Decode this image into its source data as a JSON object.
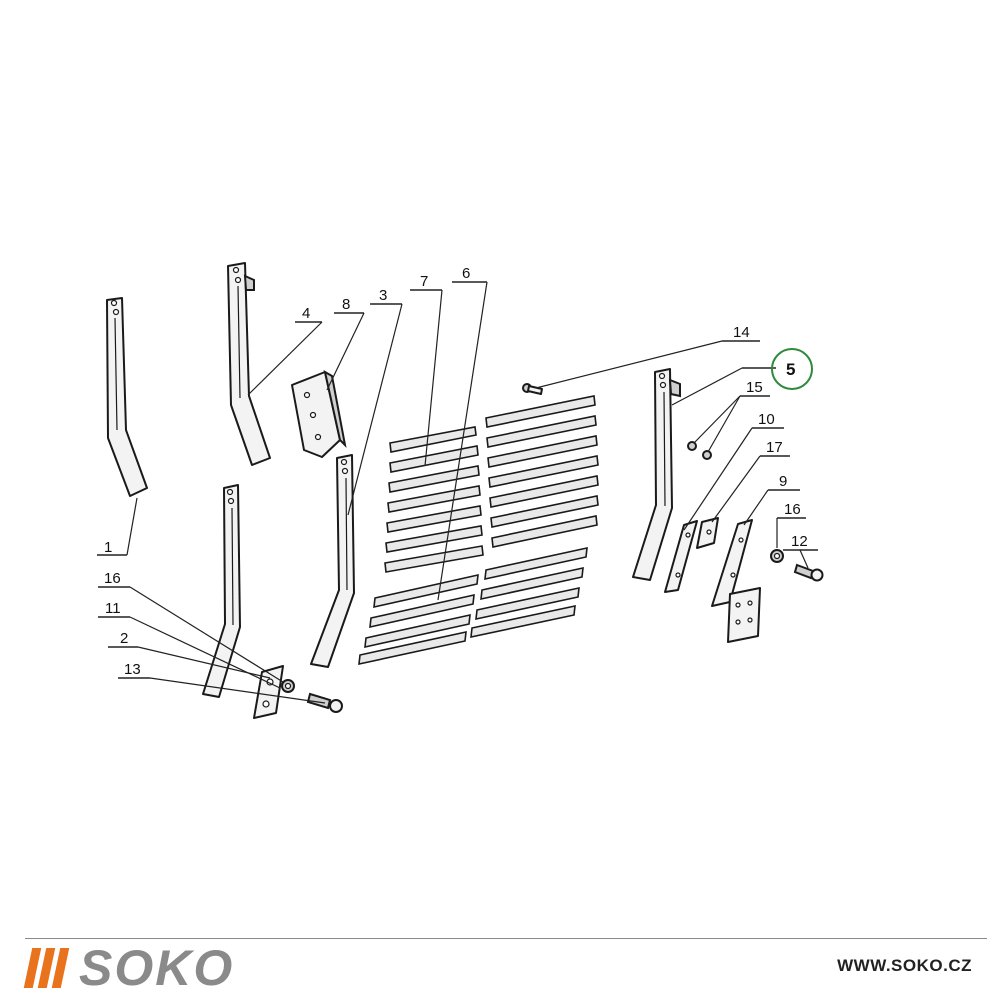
{
  "labels": {
    "p1": "1",
    "p2": "2",
    "p3": "3",
    "p4": "4",
    "p5": "5",
    "p6": "6",
    "p7": "7",
    "p8": "8",
    "p9": "9",
    "p10": "10",
    "p11": "11",
    "p12": "12",
    "p13": "13",
    "p14": "14",
    "p15": "15",
    "p16a": "16",
    "p16b": "16",
    "p17": "17"
  },
  "footer": {
    "brand_name": "SOKO",
    "website": "WWW.SOKO.CZ"
  },
  "colors": {
    "brand_accent": "#e8731c",
    "brand_text": "#8a8a8a",
    "callout_circle": "#2e8b3e"
  },
  "icons": {
    "brand_logo": "three-slanted-bars-icon"
  }
}
